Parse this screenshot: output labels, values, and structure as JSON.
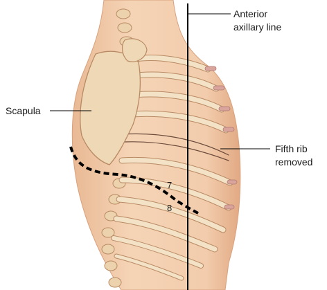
{
  "labels": {
    "anterior_axillary_line": [
      "Anterior",
      "axillary line"
    ],
    "scapula": "Scapula",
    "fifth_rib_removed": [
      "Fifth rib",
      "removed"
    ],
    "rib_number_7": "7",
    "rib_number_8": "8"
  },
  "colors": {
    "skin": "#f2ccac",
    "skin_shadow": "#e5b08c",
    "bone": "#f0ddbd",
    "bone_outline": "#b88a64",
    "cartilage": "#d9a49c",
    "line": "#000000"
  },
  "icons": [
    "thorax-lateral-illustration"
  ]
}
